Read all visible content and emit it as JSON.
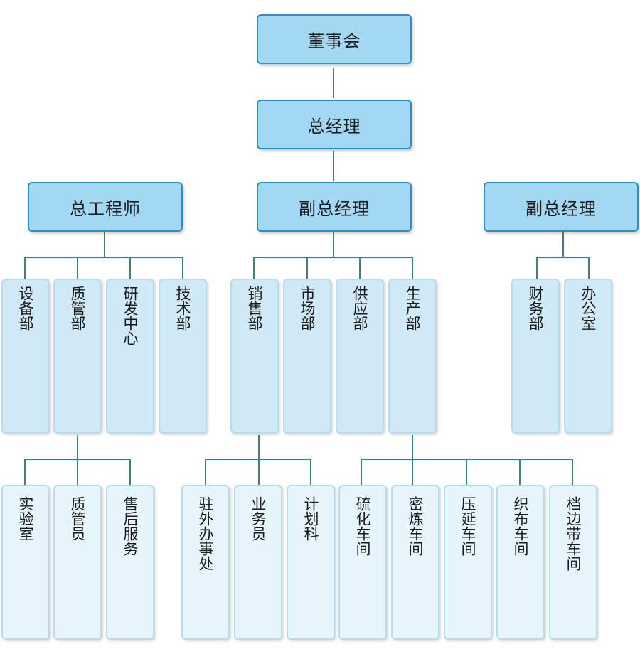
{
  "board": "董事会",
  "gm": "总经理",
  "chief_engineer": "总工程师",
  "vp_center": "副总经理",
  "vp_right": "副总经理",
  "depts": {
    "equipment": "设备部",
    "quality": "质管部",
    "rnd": "研发中心",
    "tech": "技术部",
    "sales": "销售部",
    "market": "市场部",
    "supply": "供应部",
    "production": "生产部",
    "finance": "财务部",
    "office": "办公室"
  },
  "subs": {
    "lab": "实验室",
    "qc_staff": "质管员",
    "after_sales": "售后服务",
    "field_office": "驻外办事处",
    "sales_staff": "业务员",
    "planning": "计划科",
    "vulcanization": "硫化车间",
    "mixing": "密炼车间",
    "calendering": "压延车间",
    "weaving": "织布车间",
    "edging": "档边带车间"
  }
}
